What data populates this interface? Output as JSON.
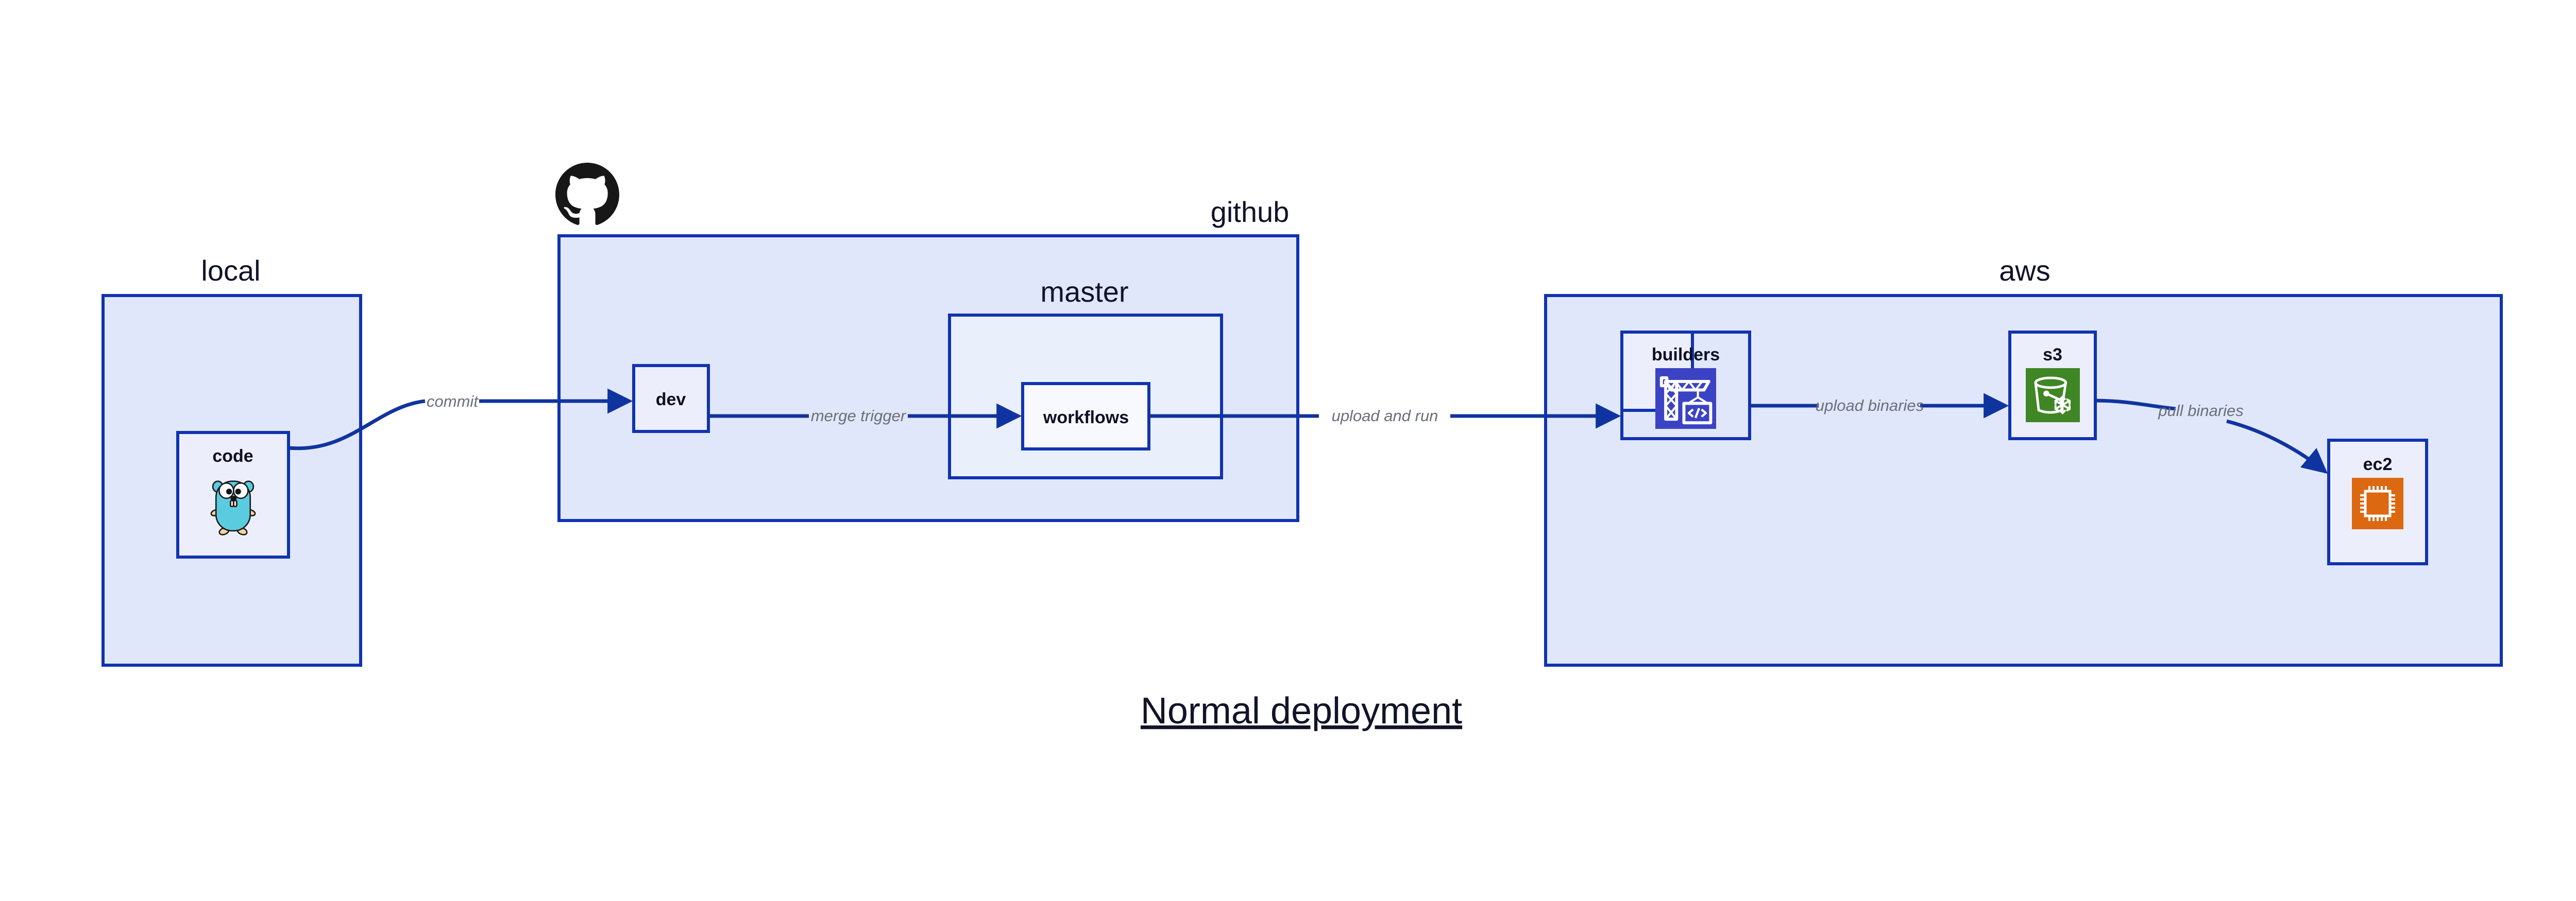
{
  "caption": "Normal deployment",
  "colors": {
    "cluster_border": "#1033b0",
    "cluster_fill_outer": "#e1e7fa",
    "cluster_fill_inner": "#eaeffc",
    "node_border": "#1033b0",
    "node_fill": "#eceffb",
    "edge_stroke": "#10349f",
    "edge_label_text": "#6b6f7a",
    "cluster_label_text": "#101329",
    "node_label_text": "#0d1026",
    "caption_text": "#111428",
    "github_logo": "#181717",
    "aws_builders_icon_bg": "#3b43c4",
    "aws_s3_icon_bg": "#3f8624",
    "aws_ec2_icon_bg": "#dd6812",
    "go_gopher_body": "#5bcbe0",
    "go_gopher_outline": "#1a1a1a",
    "go_gopher_limb": "#f6d2a2",
    "page_background": "#ffffff"
  },
  "clusters": [
    {
      "id": "local",
      "label": "local"
    },
    {
      "id": "github",
      "label": "github"
    },
    {
      "id": "master",
      "label": "master"
    },
    {
      "id": "aws",
      "label": "aws"
    }
  ],
  "nodes": [
    {
      "id": "code",
      "label": "code",
      "icon": "go-gopher-icon",
      "cluster": "local"
    },
    {
      "id": "dev",
      "label": "dev",
      "icon": null,
      "cluster": "github"
    },
    {
      "id": "workflows",
      "label": "workflows",
      "icon": null,
      "cluster": "master"
    },
    {
      "id": "builders",
      "label": "builders",
      "icon": "aws-builders-icon",
      "cluster": "aws"
    },
    {
      "id": "s3",
      "label": "s3",
      "icon": "aws-s3-icon",
      "cluster": "aws"
    },
    {
      "id": "ec2",
      "label": "ec2",
      "icon": "aws-ec2-icon",
      "cluster": "aws"
    }
  ],
  "edges": [
    {
      "id": "commit",
      "label": "commit",
      "from": "code",
      "to": "dev"
    },
    {
      "id": "merge-trigger",
      "label": "merge trigger",
      "from": "dev",
      "to": "workflows"
    },
    {
      "id": "upload-and-run",
      "label": "upload and run",
      "from": "workflows",
      "to": "builders"
    },
    {
      "id": "upload-binaries",
      "label": "upload binaries",
      "from": "builders",
      "to": "s3"
    },
    {
      "id": "pull-binaries",
      "label": "pull binaries",
      "from": "s3",
      "to": "ec2"
    }
  ],
  "icons": {
    "github_logo_name": "github-octocat-icon",
    "go_gopher_name": "go-gopher-icon",
    "builders_name": "aws-builders-crane-icon",
    "s3_name": "aws-s3-bucket-icon",
    "ec2_name": "aws-ec2-chip-icon"
  }
}
